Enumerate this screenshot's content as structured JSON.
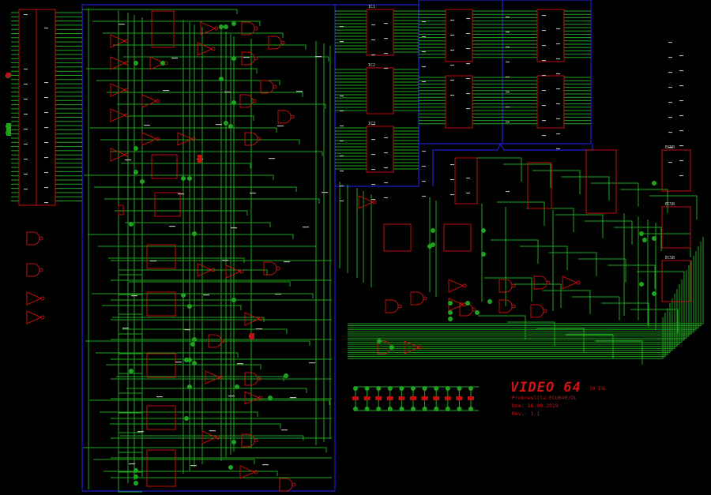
{
  "title_block": {
    "title": "VIDEO 64",
    "revision_tag": "10 IOL",
    "author": "Prokreslila ECU040/DL",
    "date": "Dne: 16.09.2019",
    "rev": "Rev.: 1.1"
  },
  "chip_labels": {
    "ic1": "IC1",
    "ic2": "IC2",
    "ic3": "IC3",
    "ic5a": "EC5B",
    "ic5b": "EC5B",
    "ic5c": "EC5B"
  },
  "colors": {
    "background": "#000000",
    "wire": "#1fa41f",
    "bus": "#1d1fd0",
    "component": "#c01010",
    "text": "#cfcfcf",
    "title": "#d01414"
  }
}
